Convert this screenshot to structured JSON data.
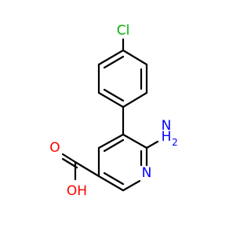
{
  "molecule": {
    "atoms": {
      "chlorine": "Cl",
      "amine_nitrogen": "N",
      "amine_hydrogen": "H",
      "amine_hydrogen_count": "2",
      "ring_nitrogen": "N",
      "carbonyl_oxygen": "O",
      "hydroxyl": "OH"
    },
    "colors": {
      "bond": "#000000",
      "chlorine": "#00b400",
      "nitrogen": "#0000ff",
      "oxygen": "#ff0000"
    }
  }
}
